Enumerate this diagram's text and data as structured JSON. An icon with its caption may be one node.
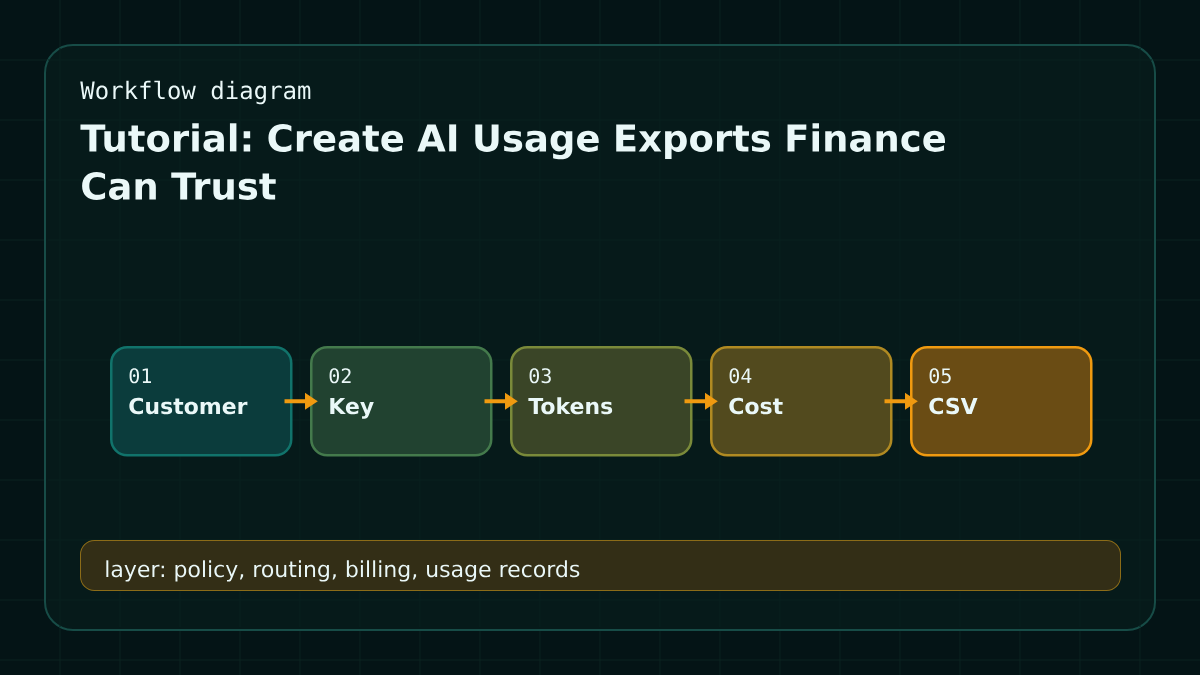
{
  "diagram": {
    "title": "Tutorial: Create AI Usage Exports Finance Can Trust",
    "nodes": [
      {
        "text": [
          "01",
          "Customer"
        ]
      },
      {
        "text": [
          "02",
          "Key"
        ]
      },
      {
        "text": [
          "03",
          "Tokens"
        ]
      },
      {
        "text": [
          "04",
          "Cost"
        ]
      },
      {
        "text": [
          "05",
          "CSV"
        ]
      },
      {
        "text": [
          "layer: policy, routing, billing, usage records"
        ]
      }
    ],
    "edges": [
      {
        "from": 0,
        "to": 1,
        "arrow": "to"
      },
      {
        "from": 1,
        "to": 2,
        "arrow": "to"
      },
      {
        "from": 2,
        "to": 3,
        "arrow": "to"
      },
      {
        "from": 3,
        "to": 4,
        "arrow": "to"
      }
    ],
    "labels": [
      "Workflow diagram"
    ]
  }
}
